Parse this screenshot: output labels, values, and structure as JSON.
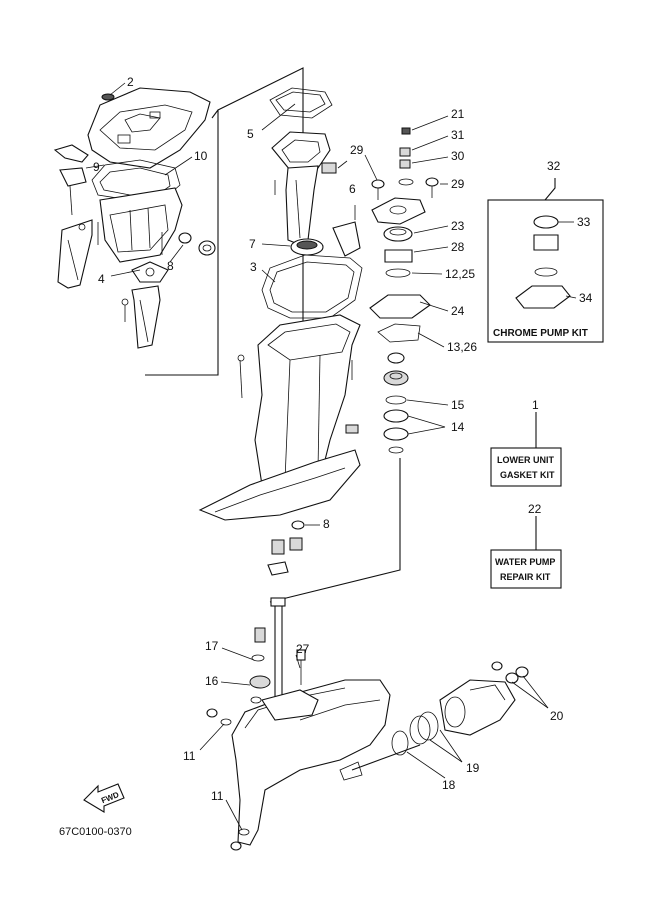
{
  "callouts": [
    {
      "id": "c2",
      "label": "2"
    },
    {
      "id": "c5",
      "label": "5"
    },
    {
      "id": "c9",
      "label": "9"
    },
    {
      "id": "c10",
      "label": "10"
    },
    {
      "id": "c4",
      "label": "4"
    },
    {
      "id": "c8a",
      "label": "8"
    },
    {
      "id": "c6",
      "label": "6"
    },
    {
      "id": "c7",
      "label": "7"
    },
    {
      "id": "c3",
      "label": "3"
    },
    {
      "id": "c8b",
      "label": "8"
    },
    {
      "id": "c21",
      "label": "21"
    },
    {
      "id": "c31",
      "label": "31"
    },
    {
      "id": "c30",
      "label": "30"
    },
    {
      "id": "c29a",
      "label": "29"
    },
    {
      "id": "c29b",
      "label": "29"
    },
    {
      "id": "c23",
      "label": "23"
    },
    {
      "id": "c28",
      "label": "28"
    },
    {
      "id": "c1225",
      "label": "12,25"
    },
    {
      "id": "c24",
      "label": "24"
    },
    {
      "id": "c1326",
      "label": "13,26"
    },
    {
      "id": "c15",
      "label": "15"
    },
    {
      "id": "c14",
      "label": "14"
    },
    {
      "id": "c32",
      "label": "32"
    },
    {
      "id": "c33",
      "label": "33"
    },
    {
      "id": "c34",
      "label": "34"
    },
    {
      "id": "c1",
      "label": "1"
    },
    {
      "id": "c22",
      "label": "22"
    },
    {
      "id": "c17",
      "label": "17"
    },
    {
      "id": "c27",
      "label": "27"
    },
    {
      "id": "c16",
      "label": "16"
    },
    {
      "id": "c11a",
      "label": "11"
    },
    {
      "id": "c11b",
      "label": "11"
    },
    {
      "id": "c20",
      "label": "20"
    },
    {
      "id": "c19",
      "label": "19"
    },
    {
      "id": "c18",
      "label": "18"
    }
  ],
  "chrome_pump_kit": {
    "label": "CHROME PUMP KIT"
  },
  "gasket_kit": {
    "line1": "LOWER UNIT",
    "line2": "GASKET KIT"
  },
  "water_pump_kit": {
    "line1": "WATER PUMP",
    "line2": "REPAIR KIT"
  },
  "fwd": {
    "label": "FWD"
  },
  "diagram_code": {
    "label": "67C0100-0370"
  }
}
